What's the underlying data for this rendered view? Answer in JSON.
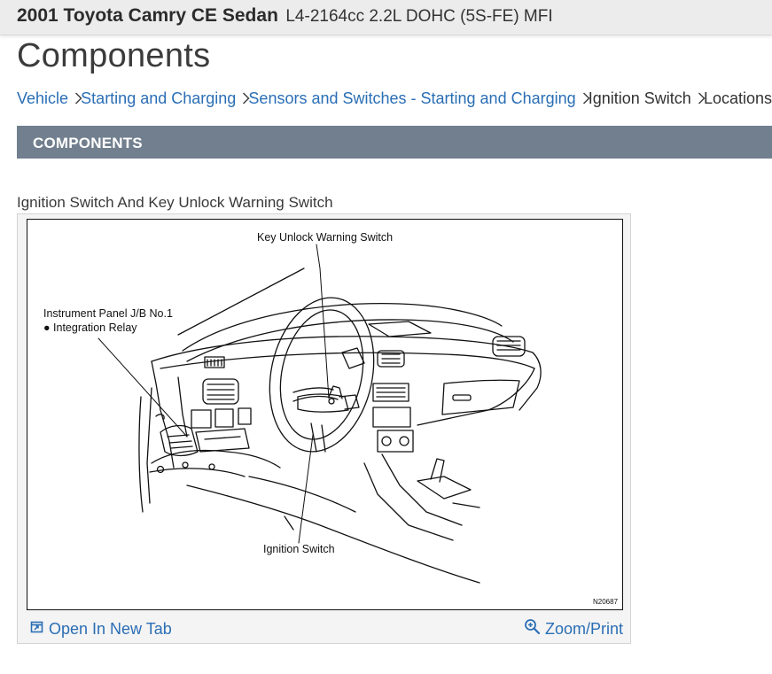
{
  "vehicle": {
    "name": "2001 Toyota Camry CE Sedan",
    "engine": "L4-2164cc 2.2L DOHC (5S-FE) MFI"
  },
  "page_title": "Components",
  "breadcrumb": {
    "items": [
      {
        "label": "Vehicle",
        "link": true
      },
      {
        "label": "Starting and Charging",
        "link": true
      },
      {
        "label": "Sensors and Switches - Starting and Charging",
        "link": true
      },
      {
        "label": "Ignition Switch",
        "link": false
      },
      {
        "label": "Locations",
        "link": false
      }
    ]
  },
  "section": {
    "title": "COMPONENTS"
  },
  "figure": {
    "caption": "Ignition Switch And Key Unlock Warning Switch",
    "labels": {
      "key_unlock": "Key Unlock Warning Switch",
      "instrument_panel": "Instrument Panel J/B No.1",
      "integration_relay": "● Integration Relay",
      "ignition_switch": "Ignition Switch",
      "code": "N20687"
    }
  },
  "toolbar": {
    "open_new_tab": "Open In New Tab",
    "zoom_print": "Zoom/Print"
  },
  "colors": {
    "link": "#2a6eb5",
    "section_bar": "#717f8e",
    "header_bg": "#ececec"
  }
}
